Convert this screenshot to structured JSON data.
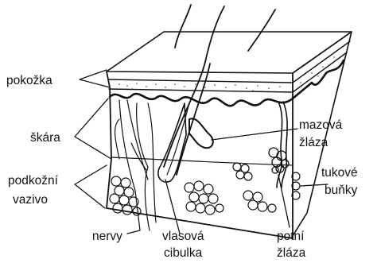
{
  "labels": {
    "pokozka": "pokožka",
    "skara": "škára",
    "podkozni_line1": "podkožní",
    "podkozni_line2": "vazivo",
    "nervy": "nervy",
    "vlasova_line1": "vlasová",
    "vlasova_line2": "cibulka",
    "potni_line1": "potní",
    "potni_line2": "žláza",
    "mazova_line1": "mazová",
    "mazova_line2": "žláza",
    "tukove_line1": "tukové",
    "tukove_line2": "buňky"
  },
  "colors": {
    "ink": "#111111",
    "background": "#ffffff",
    "dermis_fill": "#f7f7f7"
  }
}
